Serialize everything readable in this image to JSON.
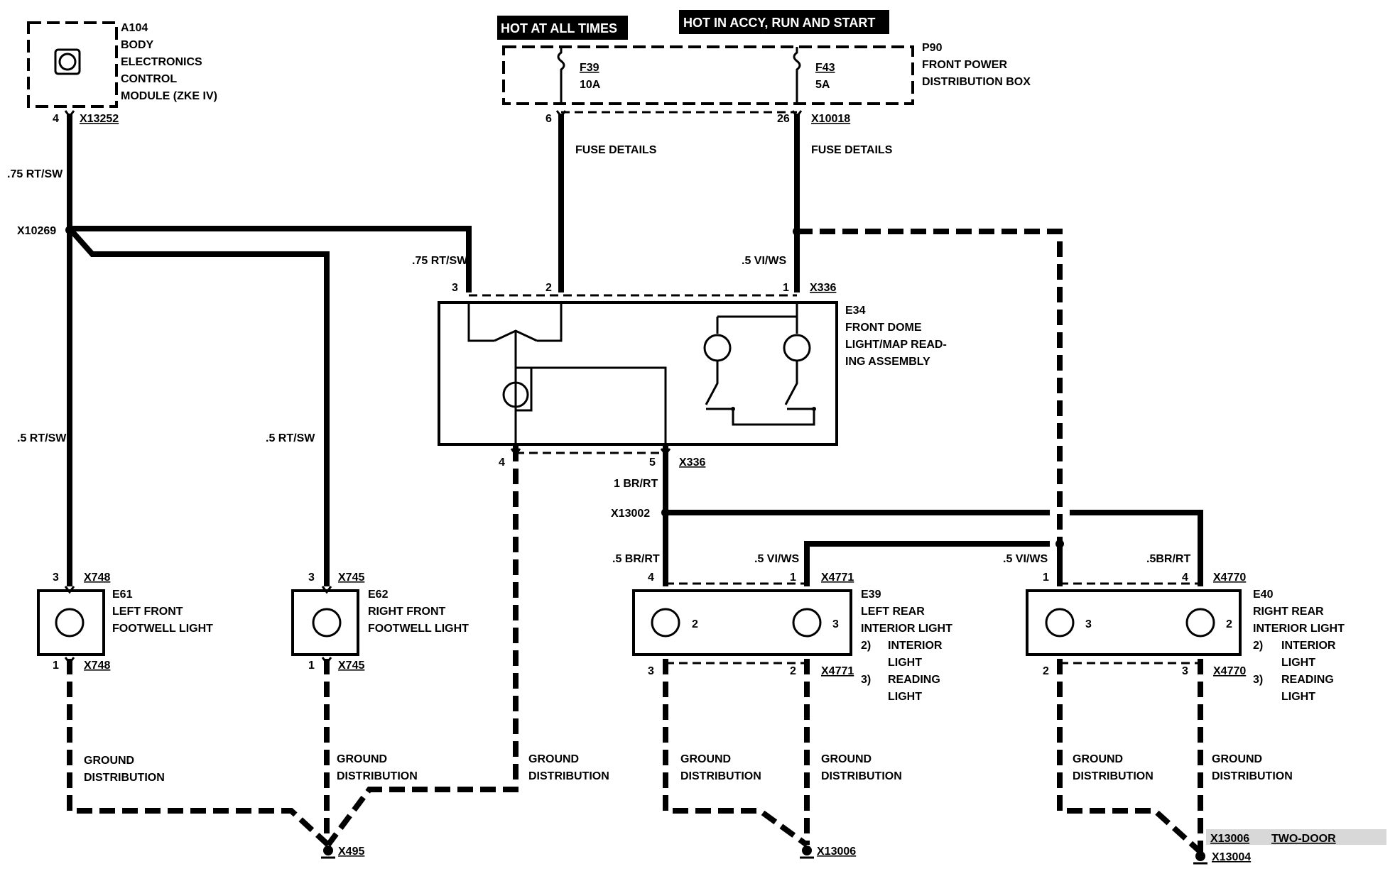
{
  "headers": {
    "hot_all": "HOT AT ALL TIMES",
    "hot_accy": "HOT IN ACCY, RUN AND START"
  },
  "a104": {
    "id": "A104",
    "line1": "BODY",
    "line2": "ELECTRONICS",
    "line3": "CONTROL",
    "line4": "MODULE (ZKE IV)",
    "pin": "4",
    "connector": "X13252",
    "wire": ".75 RT/SW"
  },
  "p90": {
    "id": "P90",
    "line1": "FRONT POWER",
    "line2": "DISTRIBUTION BOX",
    "f39_name": "F39",
    "f39_amp": "10A",
    "f43_name": "F43",
    "f43_amp": "5A",
    "pin6": "6",
    "pin26": "26",
    "connector": "X10018",
    "fuse_details_1": "FUSE DETAILS",
    "fuse_details_2": "FUSE DETAILS"
  },
  "splice_x10269": "X10269",
  "e34": {
    "id": "E34",
    "line1": "FRONT DOME",
    "line2": "LIGHT/MAP READ-",
    "line3": "ING ASSEMBLY",
    "pin3": "3",
    "pin2": "2",
    "pin1": "1",
    "pin4": "4",
    "pin5": "5",
    "connector_top": "X336",
    "connector_bottom": "X336",
    "wire_in_left": ".75 RT/SW",
    "wire_in_right": ".5 VI/WS",
    "wire_out": "1 BR/RT"
  },
  "splice_x13002": "X13002",
  "e61": {
    "id": "E61",
    "line1": "LEFT FRONT",
    "line2": "FOOTWELL LIGHT",
    "pin_top": "3",
    "conn_top": "X748",
    "pin_bottom": "1",
    "conn_bottom": "X748",
    "wire": ".5 RT/SW"
  },
  "e62": {
    "id": "E62",
    "line1": "RIGHT FRONT",
    "line2": "FOOTWELL LIGHT",
    "pin_top": "3",
    "conn_top": "X745",
    "pin_bottom": "1",
    "conn_bottom": "X745",
    "wire": ".5 RT/SW"
  },
  "e39": {
    "id": "E39",
    "line1": "LEFT REAR",
    "line2": "INTERIOR LIGHT",
    "note2_num": "2)",
    "note2_a": "INTERIOR",
    "note2_b": "LIGHT",
    "note3_num": "3)",
    "note3_a": "READING",
    "note3_b": "LIGHT",
    "pin4": "4",
    "pin1": "1",
    "pin3": "3",
    "pin2": "2",
    "conn_top": "X4771",
    "conn_bottom": "X4771",
    "bulb_left": "2",
    "bulb_right": "3",
    "wire_left": ".5 BR/RT",
    "wire_right": ".5 VI/WS"
  },
  "e40": {
    "id": "E40",
    "line1": "RIGHT REAR",
    "line2": "INTERIOR LIGHT",
    "note2_num": "2)",
    "note2_a": "INTERIOR",
    "note2_b": "LIGHT",
    "note3_num": "3)",
    "note3_a": "READING",
    "note3_b": "LIGHT",
    "pin1": "1",
    "pin4": "4",
    "pin2": "2",
    "pin3": "3",
    "conn_top": "X4770",
    "conn_bottom": "X4770",
    "bulb_left": "3",
    "bulb_right": "2",
    "wire_left": ".5 VI/WS",
    "wire_right": ".5BR/RT"
  },
  "ground": {
    "g1a": "GROUND",
    "g1b": "DISTRIBUTION",
    "g2a": "GROUND",
    "g2b": "DISTRIBUTION",
    "g3a": "GROUND",
    "g3b": "DISTRIBUTION",
    "g4a": "GROUND",
    "g4b": "DISTRIBUTION",
    "g5a": "GROUND",
    "g5b": "DISTRIBUTION",
    "g6a": "GROUND",
    "g6b": "DISTRIBUTION",
    "g7a": "GROUND",
    "g7b": "DISTRIBUTION",
    "x495": "X495",
    "x13006": "X13006",
    "x13006_alt": "X13006",
    "two_door": "TWO-DOOR",
    "x13004": "X13004"
  }
}
